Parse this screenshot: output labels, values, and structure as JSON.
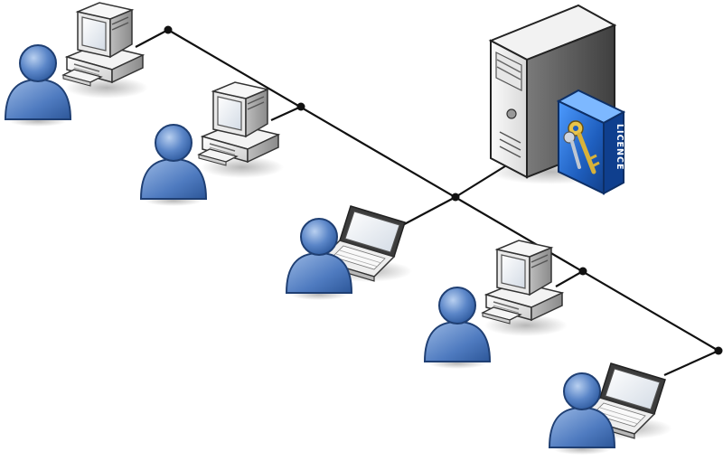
{
  "diagram": {
    "type": "network-topology",
    "licence_label": "LICENCE",
    "colors": {
      "line": "#111111",
      "user_blue": "#5b86c8",
      "user_blue_dark": "#2e5a9e",
      "box_blue": "#1f5fbf",
      "key_gold": "#d8b23a",
      "device_light": "#f4f4f4",
      "device_mid": "#cfcfcf",
      "device_dark": "#8f8f8f"
    },
    "nodes": [
      {
        "id": "server",
        "kind": "server",
        "icon": "server-icon"
      },
      {
        "id": "licence",
        "kind": "licence-box",
        "icon": "licence-key-box-icon"
      },
      {
        "id": "ws1",
        "kind": "desktop-workstation",
        "icon": "desktop-computer-icon"
      },
      {
        "id": "ws2",
        "kind": "desktop-workstation",
        "icon": "desktop-computer-icon"
      },
      {
        "id": "lap1",
        "kind": "laptop-workstation",
        "icon": "laptop-icon"
      },
      {
        "id": "ws3",
        "kind": "desktop-workstation",
        "icon": "desktop-computer-icon"
      },
      {
        "id": "lap2",
        "kind": "laptop-workstation",
        "icon": "laptop-icon"
      }
    ]
  }
}
